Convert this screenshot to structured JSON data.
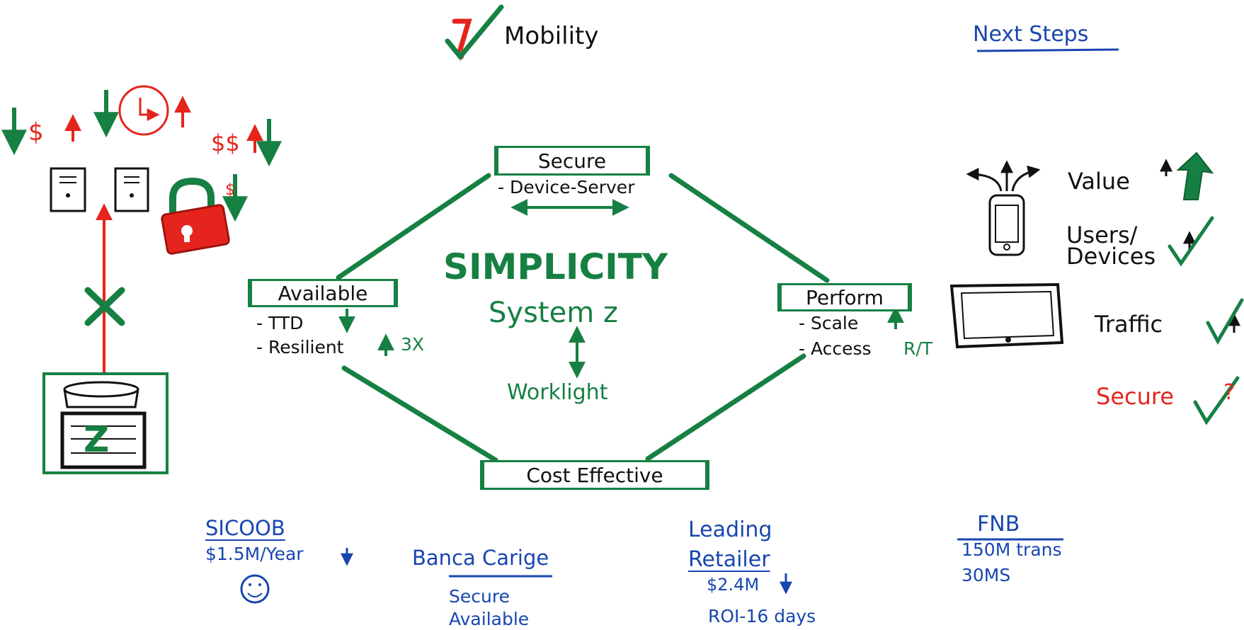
{
  "header": {
    "topic": "Mobility",
    "next_steps": "Next Steps"
  },
  "diagram": {
    "center_title": "SIMPLICITY",
    "center_subtitle": "System z",
    "center_bottom": "Worklight",
    "nodes": {
      "secure": {
        "label": "Secure",
        "items": [
          "- Device-Server"
        ]
      },
      "available": {
        "label": "Available",
        "items": [
          "- TTD",
          "- Resilient"
        ],
        "resilient_note": "3X"
      },
      "perform": {
        "label": "Perform",
        "items": [
          "- Scale",
          "- Access"
        ],
        "access_note": "R/T"
      },
      "cost": {
        "label": "Cost Effective"
      }
    }
  },
  "left_sketch": {
    "dollar": "$",
    "double_dollar": "$$",
    "small_dollar": "$",
    "mainframe_letter": "Z"
  },
  "right_panel": {
    "value": "Value",
    "users_devices": [
      "Users/",
      "Devices"
    ],
    "traffic": "Traffic",
    "secure": "Secure",
    "secure_mark": "?"
  },
  "case_studies": {
    "sicoob": {
      "name": "SICOOB",
      "detail": "$1.5M/Year"
    },
    "banca": {
      "name": "Banca Carige",
      "details": [
        "Secure",
        "Available"
      ]
    },
    "retailer": {
      "name_lines": [
        "Leading",
        "Retailer"
      ],
      "amount": "$2.4M",
      "roi": "ROI-16 days"
    },
    "fnb": {
      "name": "FNB",
      "details": [
        "150M trans",
        "30MS"
      ]
    }
  },
  "colors": {
    "green": "#168043",
    "blue": "#1846b0",
    "red": "#e5251d",
    "black": "#111111"
  },
  "icons": [
    "checkmark-icon",
    "question-mark-icon",
    "server-icon",
    "clock-icon",
    "padlock-open-icon",
    "mainframe-icon",
    "smartphone-icon",
    "tablet-icon",
    "smiley-icon",
    "up-arrow-icon",
    "down-arrow-icon"
  ]
}
